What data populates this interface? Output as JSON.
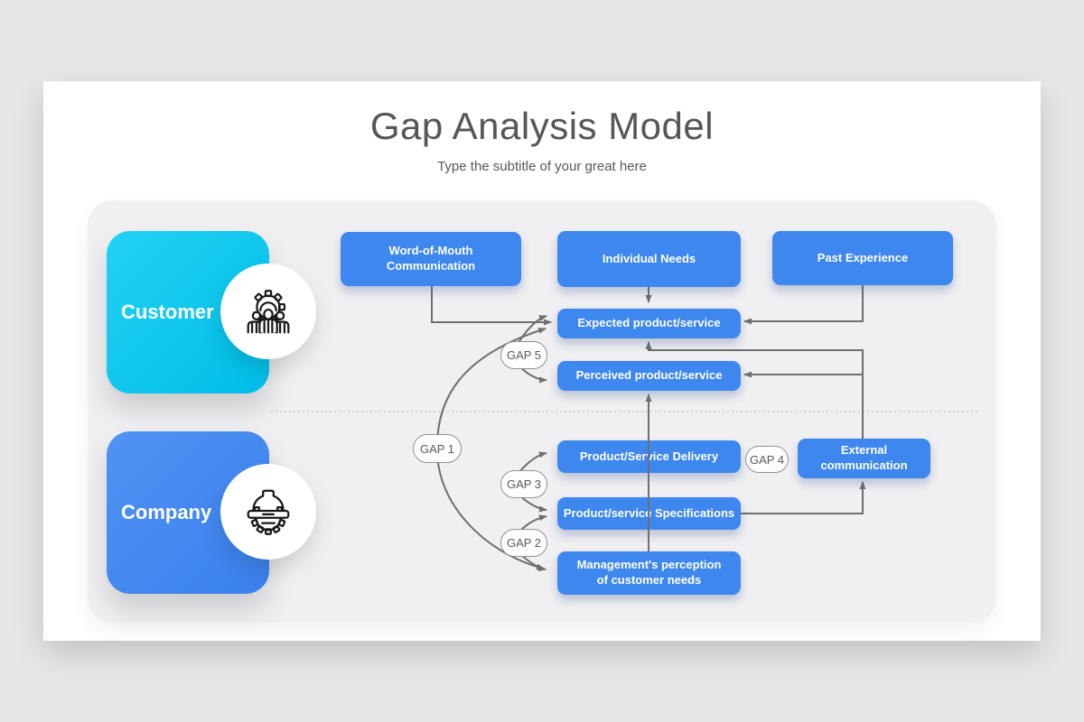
{
  "slide": {
    "title": "Gap Analysis Model",
    "subtitle": "Type the subtitle of your great here"
  },
  "actors": [
    {
      "id": "customer",
      "label": "Customer",
      "icon": "customers-gear-icon",
      "color": "#0cc6ec"
    },
    {
      "id": "company",
      "label": "Company",
      "icon": "engineer-helmet-gear-icon",
      "color": "#4289f1"
    }
  ],
  "nodes": [
    {
      "id": "word-of-mouth",
      "label": "Word-of-Mouth\nCommunication"
    },
    {
      "id": "individual-needs",
      "label": "Individual Needs"
    },
    {
      "id": "past-experience",
      "label": "Past Experience"
    },
    {
      "id": "expected",
      "label": "Expected product/service"
    },
    {
      "id": "perceived",
      "label": "Perceived product/service"
    },
    {
      "id": "delivery",
      "label": "Product/Service Delivery"
    },
    {
      "id": "specifications",
      "label": "Product/service Specifications"
    },
    {
      "id": "management",
      "label": "Management's perception\nof customer needs"
    },
    {
      "id": "external",
      "label": "External\ncommunication"
    }
  ],
  "gaps": [
    {
      "id": "gap1",
      "label": "GAP 1"
    },
    {
      "id": "gap2",
      "label": "GAP 2"
    },
    {
      "id": "gap3",
      "label": "GAP 3"
    },
    {
      "id": "gap4",
      "label": "GAP 4"
    },
    {
      "id": "gap5",
      "label": "GAP 5"
    }
  ],
  "colors": {
    "node_blue": "#3d87ef",
    "actor_cyan": "#0cc6ec",
    "actor_blue": "#4289f1",
    "connector_gray": "#6d7073",
    "panel_gray": "#f0eff1",
    "title_gray": "#54565a"
  }
}
